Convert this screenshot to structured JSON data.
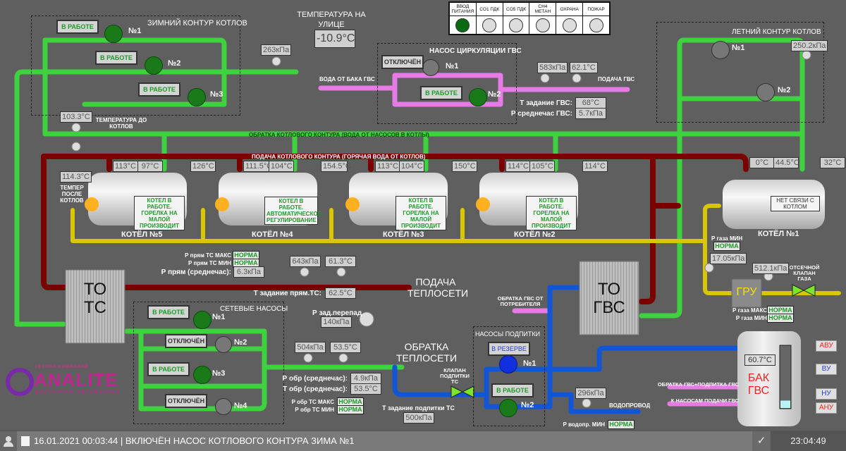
{
  "alarm_panel": {
    "items": [
      {
        "label": "ВВОД ПИТАНИЯ",
        "state": "on",
        "color": "#0a6a14"
      },
      {
        "label": "CO1 ПДК",
        "state": "off",
        "color": "#dddddd"
      },
      {
        "label": "CO5 ПДК",
        "state": "off",
        "color": "#dddddd"
      },
      {
        "label": "CH4 МЕТАН",
        "state": "off",
        "color": "#dddddd"
      },
      {
        "label": "ОХРАНА",
        "state": "off",
        "color": "#dddddd"
      },
      {
        "label": "ПОЖАР",
        "state": "off",
        "color": "#dddddd"
      }
    ]
  },
  "outdoor": {
    "label": "ТЕМПЕРАТУРА НА УЛИЦЕ",
    "value": "-10.9°C"
  },
  "winter_loop": {
    "title": "ЗИМНИЙ КОНТУР КОТЛОВ",
    "pumps": [
      {
        "num": "№1",
        "status": "В РАБОТЕ"
      },
      {
        "num": "№2",
        "status": "В РАБОТЕ"
      },
      {
        "num": "№3",
        "status": "В РАБОТЕ"
      }
    ],
    "pressure": "263кПа"
  },
  "temp_before_boilers": {
    "label": "ТЕМПЕРАТУРА ДО КОТЛОВ",
    "value": "103.3°C"
  },
  "temp_after_boilers": {
    "label": "ТЕМПЕР ПОСЛЕ КОТЛОВ",
    "value": "114.3°C"
  },
  "dhw_circ": {
    "title": "НАСОС ЦИРКУЛЯЦИИ ГВС",
    "inlet_label": "ВОДА ОТ БАКА ГВС",
    "outlet_label": "ПОДАЧА ГВС",
    "pumps": [
      {
        "num": "№1",
        "status": "ОТКЛЮЧЁН"
      },
      {
        "num": "№2",
        "status": "В РАБОТЕ"
      }
    ],
    "pressure": "583кПа",
    "temperature": "62.1°C",
    "t_setpoint_label": "Т задание ГВС:",
    "t_setpoint": "68°C",
    "p_avg_label": "Р среднечас ГВС:",
    "p_avg": "5.7кПа"
  },
  "summer_loop": {
    "title": "ЛЕТНИЙ КОНТУР КОТЛОВ",
    "pumps": [
      {
        "num": "№1"
      },
      {
        "num": "№2"
      }
    ],
    "pressure": "250.2кПа"
  },
  "pipes": {
    "return_label": "ОБРАТКА КОТЛОВОГО КОНТУРА (ВОДА ОТ НАСОСОВ В КОТЛЫ)",
    "supply_label": "ПОДАЧА КОТЛОВОГО КОНТУРА (ГОРЯЧАЯ ВОДА ОТ КОТЛОВ)"
  },
  "boilers": [
    {
      "name": "КОТЁЛ №5",
      "t_in": "113°C",
      "t_out": "97°C",
      "t_flue": "126°C",
      "status": "КОТЕЛ В РАБОТЕ. ГОРЕЛКА НА МАЛОЙ ПРОИЗВОДИТ",
      "flame": true
    },
    {
      "name": "КОТЁЛ №4",
      "t_in": "111.5°C",
      "t_out": "104°C",
      "t_flue": "154.5°C",
      "status": "КОТЕЛ В РАБОТЕ. АВТОМАТИЧЕСКОЕ РЕГУЛИРОВАНИЕ",
      "flame": true
    },
    {
      "name": "КОТЁЛ №3",
      "t_in": "113°C",
      "t_out": "104°C",
      "t_flue": "150°C",
      "status": "КОТЕЛ В РАБОТЕ. ГОРЕЛКА НА МАЛОЙ ПРОИЗВОДИТ",
      "flame": true
    },
    {
      "name": "КОТЁЛ №2",
      "t_in": "114°C",
      "t_out": "105°C",
      "t_flue": "114°C",
      "status": "КОТЕЛ В РАБОТЕ. ГОРЕЛКА НА МАЛОЙ ПРОИЗВОДИТ",
      "flame": true
    },
    {
      "name": "КОТЁЛ №1",
      "t_in": "0°C",
      "t_out": "44.5°C",
      "t_flue": "32°C",
      "status": "НЕТ СВЯЗИ С КОТЛОМ",
      "flame": false
    }
  ],
  "gas": {
    "p_min_label": "Р газа МИН",
    "p_min_state": "НОРМА",
    "pressure_in": "17.05кПа",
    "pressure_out": "512.1кПа",
    "gru_label": "ГРУ",
    "valve_label": "ОТСЕЧНОЙ КЛАПАН ГАЗА",
    "p_max_label": "Р газа МАКС",
    "p_max_state": "НОРМА",
    "p_min2_label": "Р газа МИН",
    "p_min2_state": "НОРМА"
  },
  "heat_supply": {
    "to_label": "ТО ТС",
    "p_max_label": "Р прям ТС МАКС",
    "p_max_state": "НОРМА",
    "p_min_label": "Р прям ТС МИН",
    "p_min_state": "НОРМА",
    "p_avg_label": "Р прям (среднечас):",
    "p_avg": "6.3кПа",
    "pressure": "643кПа",
    "temperature": "61.3°C",
    "t_set_label": "Т задание прям.ТС:",
    "t_set": "62.5°C",
    "title": "ПОДАЧА ТЕПЛОСЕТИ"
  },
  "network_pumps": {
    "title": "СЕТЕВЫЕ НАСОСЫ",
    "pumps": [
      {
        "num": "№1",
        "status": "В РАБОТЕ"
      },
      {
        "num": "№2",
        "status": "ОТКЛЮЧЁН"
      },
      {
        "num": "№3",
        "status": "В РАБОТЕ"
      },
      {
        "num": "№4",
        "status": "ОТКЛЮЧЁН"
      }
    ]
  },
  "heat_return": {
    "title": "ОБРАТКА ТЕПЛОСЕТИ",
    "dp_label": "Р зад.перепад",
    "dp_value": "140кПа",
    "pressure": "504кПа",
    "temperature": "53.5°C",
    "p_avg_label": "Р обр (среднечас):",
    "p_avg": "4.9кПа",
    "t_avg_label": "Т обр (среднечас):",
    "t_avg": "53.5°C",
    "p_max_label": "Р обр ТС МАКС",
    "p_max_state": "НОРМА",
    "p_min_label": "Р обр ТС МИН",
    "p_min_state": "НОРМА",
    "makeup_valve_label": "КЛАПАН ПОДПИТКИ ТС",
    "makeup_set_label": "Т задание подпитки ТС",
    "makeup_set": "500кПа"
  },
  "makeup_pumps": {
    "title": "НАСОСЫ ПОДПИТКИ",
    "pumps": [
      {
        "num": "№1",
        "status": "В РЕЗЕРВЕ"
      },
      {
        "num": "№2",
        "status": "В РАБОТЕ"
      }
    ]
  },
  "dhw": {
    "to_label": "ТО ГВС",
    "return_label": "ОБРАТКА ГВС ОТ ПОТРЕБИТЕЛЯ",
    "water_pressure": "296кПа",
    "water_label": "ВОДОПРОВОД",
    "water_p_min_label": "Р водопр. МИН",
    "water_p_min_state": "НОРМА",
    "tank_label": "БАК ГВС",
    "tank_temp": "60.7°C",
    "tank_level_fraction": 0.12,
    "in_label": "ОБРАТКА ГВС+ПОДПИТКА ГВС",
    "out_label": "К НАСОСАМ ПОДАЧИ ГВС",
    "levels": [
      {
        "label": "АВУ",
        "color": "#ff2020"
      },
      {
        "label": "ВУ",
        "color": "#2a3ad8"
      },
      {
        "label": "НУ",
        "color": "#2a3ad8"
      },
      {
        "label": "АНУ",
        "color": "#ff2020"
      }
    ]
  },
  "logo": {
    "company": "ANALITE",
    "tagline_top": "ГРУППА КОМПАНИЙ",
    "tagline_bottom": "ДОСТУПНАЯ АВТОМАТИКА"
  },
  "statusbar": {
    "message": "16.01.2021 00:03:44 | ВКЛЮЧЁН НАСОС КОТЛОВОГО КОНТУРА ЗИМА №1",
    "clock": "23:04:49"
  }
}
